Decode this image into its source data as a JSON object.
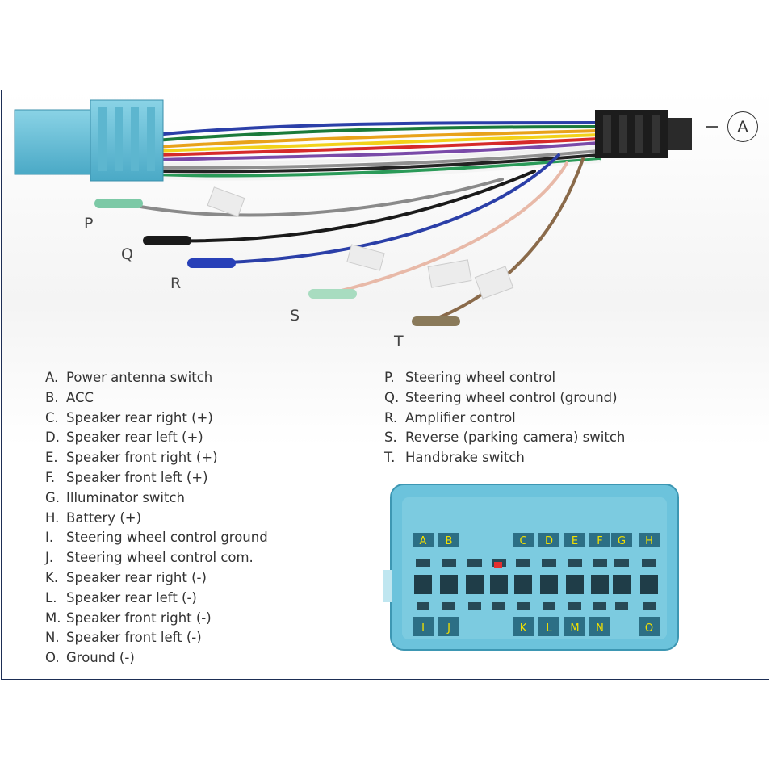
{
  "callout": {
    "label": "A"
  },
  "wire_labels": [
    "P",
    "Q",
    "R",
    "S",
    "T"
  ],
  "legend_left": [
    {
      "key": "A.",
      "text": "Power antenna switch"
    },
    {
      "key": "B.",
      "text": "ACC"
    },
    {
      "key": "C.",
      "text": "Speaker rear right (+)"
    },
    {
      "key": "D.",
      "text": "Speaker rear left (+)"
    },
    {
      "key": "E.",
      "text": "Speaker front right (+)"
    },
    {
      "key": "F.",
      "text": "Speaker front left (+)"
    },
    {
      "key": "G.",
      "text": "Illuminator switch"
    },
    {
      "key": "H.",
      "text": "Battery (+)"
    },
    {
      "key": "I.",
      "text": "Steering wheel control ground"
    },
    {
      "key": "J.",
      "text": "Steering wheel control com."
    },
    {
      "key": "K.",
      "text": "Speaker rear right (-)"
    },
    {
      "key": "L.",
      "text": "Speaker rear left (-)"
    },
    {
      "key": "M.",
      "text": "Speaker front right (-)"
    },
    {
      "key": "N.",
      "text": "Speaker front left (-)"
    },
    {
      "key": "O.",
      "text": "Ground (-)"
    }
  ],
  "legend_right": [
    {
      "key": "P.",
      "text": "Steering wheel control"
    },
    {
      "key": "Q.",
      "text": "Steering wheel control (ground)"
    },
    {
      "key": "R.",
      "text": "Amplifier control"
    },
    {
      "key": "S.",
      "text": "Reverse (parking camera) switch"
    },
    {
      "key": "T.",
      "text": "Handbrake switch"
    }
  ],
  "socket_top_pins": [
    "A",
    "B",
    "C",
    "D",
    "E",
    "F",
    "G",
    "H"
  ],
  "socket_bottom_pins": [
    "I",
    "J",
    "K",
    "L",
    "M",
    "N",
    "O"
  ],
  "colors": {
    "connector_blue": "#6cc3dc",
    "frame_border": "#1d2e55",
    "pin_label_yellow": "#f2e000"
  }
}
